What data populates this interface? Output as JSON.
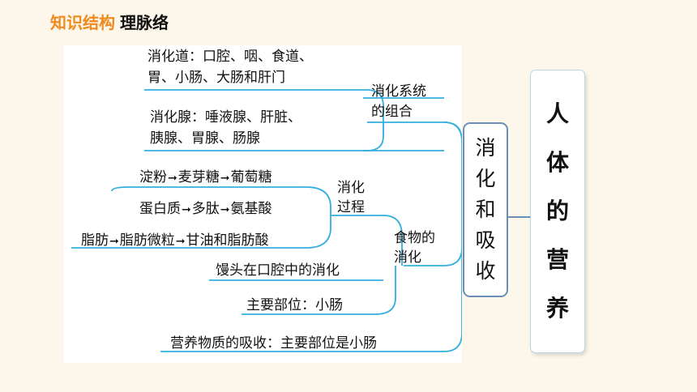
{
  "header": {
    "section_label": "知识结构",
    "subtitle": "理脉络"
  },
  "map": {
    "digestive_tract": {
      "line1": "消化道：口腔、咽、食道、",
      "line2": "胃、小肠、大肠和肝门"
    },
    "digestive_glands": {
      "line1": "消化腺：唾液腺、肝脏、",
      "line2": "胰腺、胃腺、肠腺"
    },
    "system_composition": {
      "line1": "消化系统",
      "line2": "的组合"
    },
    "starch": {
      "a": "淀粉",
      "b": "麦芽糖",
      "c": "葡萄糖"
    },
    "protein": {
      "a": "蛋白质",
      "b": "多肽",
      "c": "氨基酸"
    },
    "fat": {
      "a": "脂肪",
      "b": "脂肪微粒",
      "c": "甘油和脂肪酸"
    },
    "process": {
      "line1": "消化",
      "line2": "过程"
    },
    "food_digestion": {
      "line1": "食物的",
      "line2": "消化"
    },
    "mantou": "馒头在口腔中的消化",
    "main_site": "主要部位：小肠",
    "absorption": "营养物质的吸收：主要部位是小肠",
    "arrow_glyph": "➞"
  },
  "digestion_box": {
    "chars": [
      "消",
      "化",
      "和",
      "吸",
      "收"
    ]
  },
  "nutrition_box": {
    "chars": [
      "人",
      "体",
      "的",
      "营",
      "养"
    ]
  },
  "colors": {
    "line": "#33aee0",
    "accent": "#f08a1e",
    "box_border": "#6c8fb7"
  }
}
